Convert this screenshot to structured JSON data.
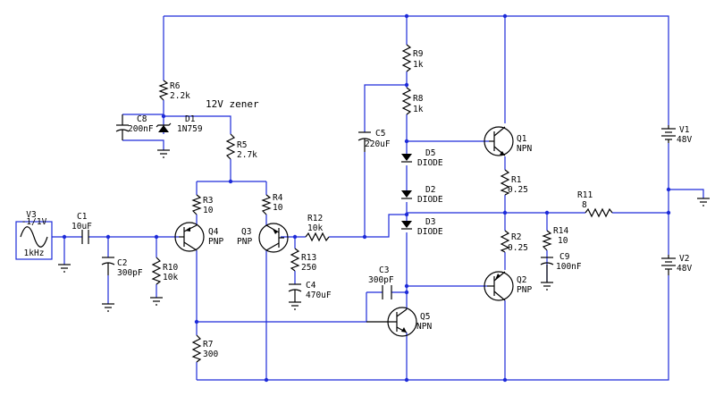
{
  "annotation": "12V zener",
  "components": {
    "V1": {
      "ref": "V1",
      "value": "48V"
    },
    "V2": {
      "ref": "V2",
      "value": "48V"
    },
    "V3": {
      "ref": "V3",
      "value": "-1/1V",
      "freq": "1kHz"
    },
    "C1": {
      "ref": "C1",
      "value": "10uF"
    },
    "C2": {
      "ref": "C2",
      "value": "300pF"
    },
    "C3": {
      "ref": "C3",
      "value": "300pF"
    },
    "C4": {
      "ref": "C4",
      "value": "470uF"
    },
    "C5": {
      "ref": "C5",
      "value": "220uF"
    },
    "C8": {
      "ref": "C8",
      "value": "200nF"
    },
    "C9": {
      "ref": "C9",
      "value": "100nF"
    },
    "R1": {
      "ref": "R1",
      "value": "0.25"
    },
    "R2": {
      "ref": "R2",
      "value": "0.25"
    },
    "R3": {
      "ref": "R3",
      "value": "10"
    },
    "R4": {
      "ref": "R4",
      "value": "10"
    },
    "R5": {
      "ref": "R5",
      "value": "2.7k"
    },
    "R6": {
      "ref": "R6",
      "value": "2.2k"
    },
    "R7": {
      "ref": "R7",
      "value": "300"
    },
    "R8": {
      "ref": "R8",
      "value": "1k"
    },
    "R9": {
      "ref": "R9",
      "value": "1k"
    },
    "R10": {
      "ref": "R10",
      "value": "10k"
    },
    "R11": {
      "ref": "R11",
      "value": "8"
    },
    "R12": {
      "ref": "R12",
      "value": "10k"
    },
    "R13": {
      "ref": "R13",
      "value": "250"
    },
    "R14": {
      "ref": "R14",
      "value": "10"
    },
    "D1": {
      "ref": "D1",
      "value": "1N759"
    },
    "D2": {
      "ref": "D2",
      "value": "DIODE"
    },
    "D3": {
      "ref": "D3",
      "value": "DIODE"
    },
    "D5": {
      "ref": "D5",
      "value": "DIODE"
    },
    "Q1": {
      "ref": "Q1",
      "value": "NPN"
    },
    "Q2": {
      "ref": "Q2",
      "value": "PNP"
    },
    "Q3": {
      "ref": "Q3",
      "value": "PNP"
    },
    "Q4": {
      "ref": "Q4",
      "value": "PNP"
    },
    "Q5": {
      "ref": "Q5",
      "value": "NPN"
    }
  }
}
